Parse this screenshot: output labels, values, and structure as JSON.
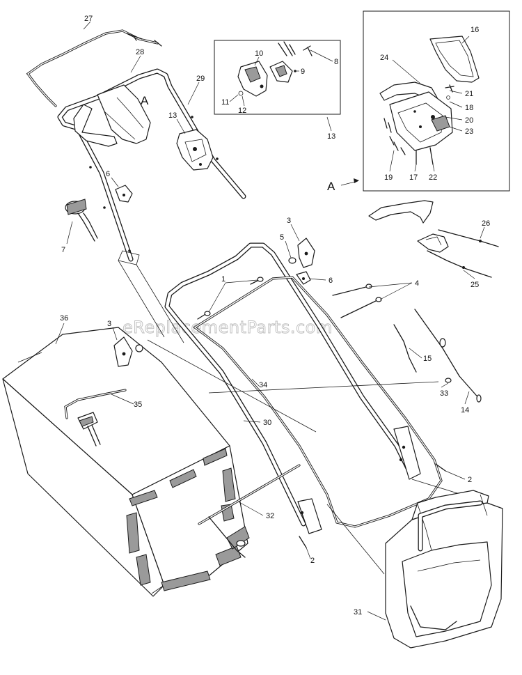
{
  "watermark": "eReplacementParts.com",
  "detail_marker": "A",
  "callouts": {
    "c1": "1",
    "c2a": "2",
    "c2b": "2",
    "c3a": "3",
    "c3b": "3",
    "c4": "4",
    "c5": "5",
    "c6a": "6",
    "c6b": "6",
    "c7": "7",
    "c8": "8",
    "c9": "9",
    "c10": "10",
    "c11": "11",
    "c12": "12",
    "c13a": "13",
    "c13b": "13",
    "c14": "14",
    "c15": "15",
    "c16": "16",
    "c17": "17",
    "c18": "18",
    "c19": "19",
    "c20": "20",
    "c21": "21",
    "c22": "22",
    "c23": "23",
    "c24": "24",
    "c25": "25",
    "c26": "26",
    "c27": "27",
    "c28": "28",
    "c29": "29",
    "c30": "30",
    "c31": "31",
    "c32": "32",
    "c33": "33",
    "c34": "34",
    "c35": "35",
    "c36": "36"
  }
}
